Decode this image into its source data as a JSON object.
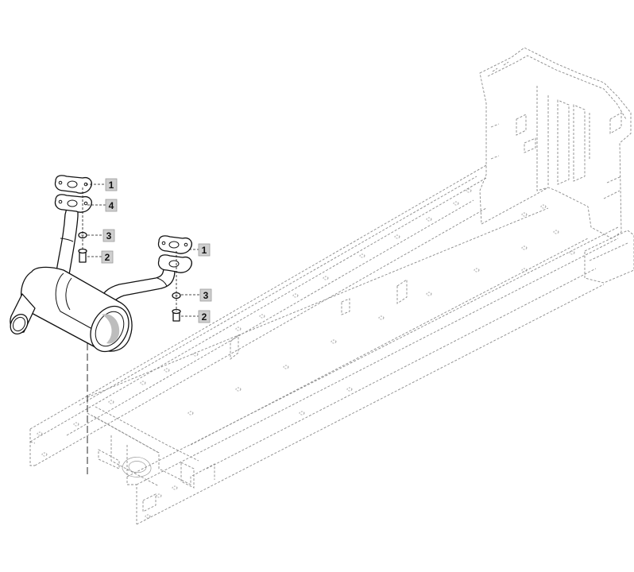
{
  "callouts": [
    {
      "id": "c1a",
      "number": "1"
    },
    {
      "id": "c4",
      "number": "4"
    },
    {
      "id": "c3a",
      "number": "3"
    },
    {
      "id": "c2a",
      "number": "2"
    },
    {
      "id": "c1b",
      "number": "1"
    },
    {
      "id": "c3b",
      "number": "3"
    },
    {
      "id": "c2b",
      "number": "2"
    }
  ],
  "colors": {
    "callout_fill": "#cfcfcf",
    "part_stroke": "#111111",
    "frame_stroke": "#8a8a8a"
  }
}
